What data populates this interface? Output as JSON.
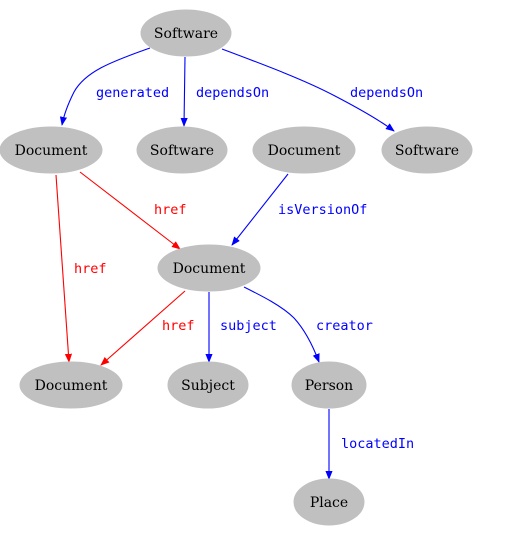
{
  "colors": {
    "node_fill": "#c0c0c0",
    "background": "#ffffff",
    "edge_blue": "#0000ff",
    "edge_red": "#ff0000"
  },
  "nodes": {
    "software_root": "Software",
    "document_generated": "Document",
    "software_dep1": "Software",
    "document_version_src": "Document",
    "software_dep2": "Software",
    "document_center": "Document",
    "document_bottom": "Document",
    "subject": "Subject",
    "person": "Person",
    "place": "Place"
  },
  "edges": {
    "generated": {
      "label": "generated",
      "color": "#0000ff",
      "from": "software_root",
      "to": "document_generated"
    },
    "depends_on_1": {
      "label": "dependsOn",
      "color": "#0000ff",
      "from": "software_root",
      "to": "software_dep1"
    },
    "depends_on_2": {
      "label": "dependsOn",
      "color": "#0000ff",
      "from": "software_root",
      "to": "software_dep2"
    },
    "href_top_center": {
      "label": "href",
      "color": "#ff0000",
      "from": "document_generated",
      "to": "document_center"
    },
    "href_left": {
      "label": "href",
      "color": "#ff0000",
      "from": "document_generated",
      "to": "document_bottom"
    },
    "is_version_of": {
      "label": "isVersionOf",
      "color": "#0000ff",
      "from": "document_version_src",
      "to": "document_center"
    },
    "href_center_bottom": {
      "label": "href",
      "color": "#ff0000",
      "from": "document_center",
      "to": "document_bottom"
    },
    "subject": {
      "label": "subject",
      "color": "#0000ff",
      "from": "document_center",
      "to": "subject"
    },
    "creator": {
      "label": "creator",
      "color": "#0000ff",
      "from": "document_center",
      "to": "person"
    },
    "located_in": {
      "label": "locatedIn",
      "color": "#0000ff",
      "from": "person",
      "to": "place"
    }
  }
}
